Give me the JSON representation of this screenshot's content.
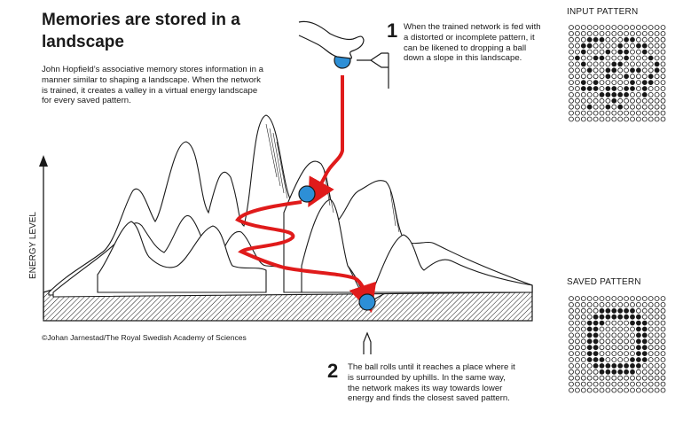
{
  "title": "Memories are stored in a landscape",
  "intro": "John Hopfield’s associative memory stores information in a manner similar to shaping a landscape. When the network is trained, it creates a valley in a virtual energy landscape for every saved pattern.",
  "steps": [
    {
      "number": "1",
      "text": "When the trained network is fed with a distorted or incomplete pattern, it can be likened to dropping a ball down a slope in this landscape."
    },
    {
      "number": "2",
      "text": "The ball rolls until it reaches a place where it is surrounded by uphills. In the same way, the network makes its way towards lower energy and finds the closest saved pattern."
    }
  ],
  "axis_label": "ENERGY LEVEL",
  "credit": "©Johan Jarnestad/The Royal Swedish Academy of Sciences",
  "patterns": {
    "input_label": "INPUT PATTERN",
    "saved_label": "SAVED PATTERN",
    "input_rows": [
      "0000000000000000",
      "0000000000000000",
      "0001110001100000",
      "0011000010011000",
      "0010001011001000",
      "0100110001000100",
      "0010000110000010",
      "0001001100110010",
      "0000001001000100",
      "0010100000101100",
      "0011101101101000",
      "0000011111001000",
      "0000000100000000",
      "0001001010000000",
      "0000000000000000",
      "0000000000000000"
    ],
    "saved_rows": [
      "0000000000000000",
      "0000000000000000",
      "0000011111100000",
      "0000111111110000",
      "0001110000111000",
      "0001100000011000",
      "0001100000011000",
      "0001100000011000",
      "0001100000011000",
      "0001100000011000",
      "0001110000111000",
      "0000111111110000",
      "0000011111100000",
      "0000000000000000",
      "0000000000000000",
      "0000000000000000"
    ]
  },
  "colors": {
    "ink": "#1a1a1a",
    "path_red": "#e01b1b",
    "ball_blue": "#2d8fd6"
  }
}
